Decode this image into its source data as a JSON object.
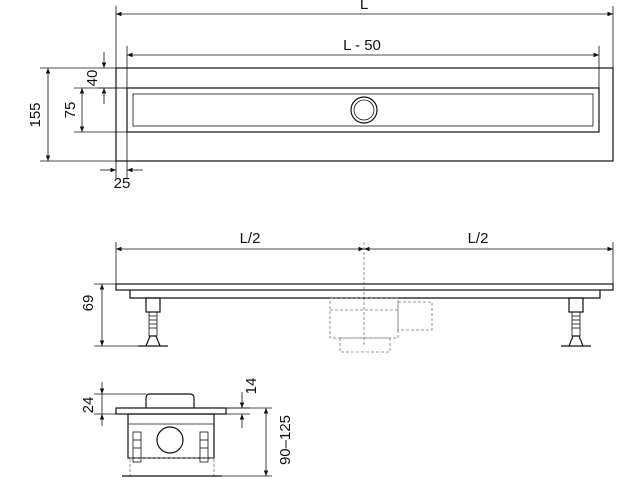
{
  "dimensions": {
    "L": "L",
    "L_minus_50": "L - 50",
    "d40": "40",
    "d155": "155",
    "d75": "75",
    "d25": "25",
    "half_left": "L/2",
    "half_right": "L/2",
    "d69": "69",
    "d24": "24",
    "d14": "14",
    "d90_125": "90–125"
  }
}
